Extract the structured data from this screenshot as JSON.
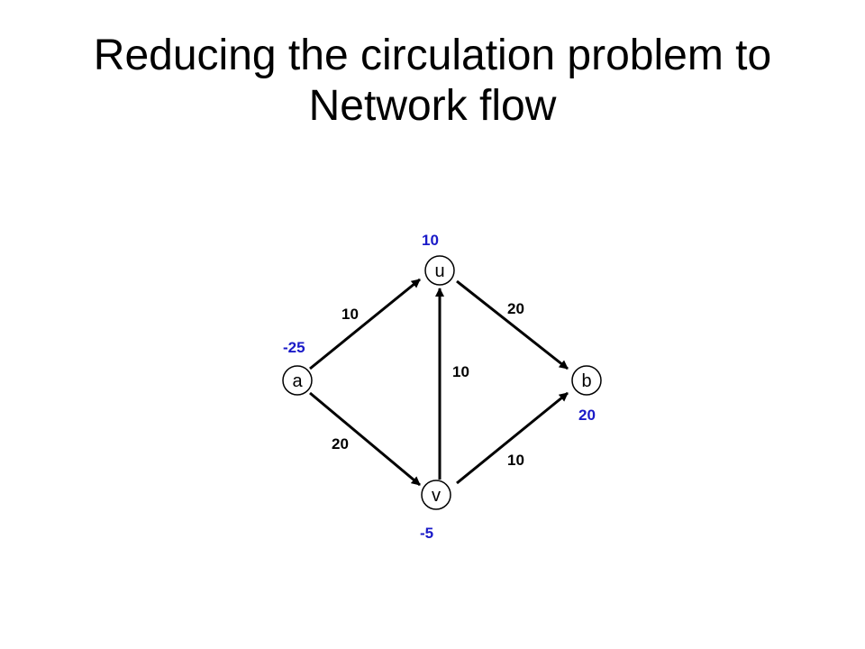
{
  "title": {
    "line1": "Reducing the circulation problem to",
    "line2": "Network flow"
  },
  "colors": {
    "demand": "#1a1ac8",
    "edge": "#000000"
  },
  "graph": {
    "nodes": [
      {
        "id": "a",
        "label": "a",
        "demand": "-25"
      },
      {
        "id": "u",
        "label": "u",
        "demand": "10"
      },
      {
        "id": "v",
        "label": "v",
        "demand": "-5"
      },
      {
        "id": "b",
        "label": "b",
        "demand": "20"
      }
    ],
    "edges": [
      {
        "from": "a",
        "to": "u",
        "capacity": "10"
      },
      {
        "from": "a",
        "to": "v",
        "capacity": "20"
      },
      {
        "from": "v",
        "to": "u",
        "capacity": "10"
      },
      {
        "from": "u",
        "to": "b",
        "capacity": "20"
      },
      {
        "from": "v",
        "to": "b",
        "capacity": "10"
      }
    ]
  }
}
